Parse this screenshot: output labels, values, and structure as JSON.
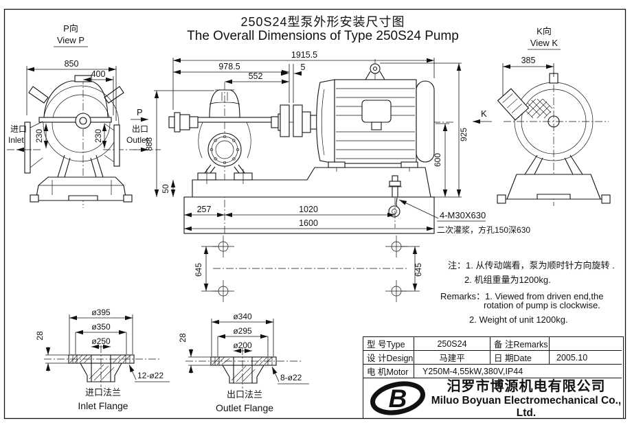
{
  "title": {
    "zh": "250S24型泵外形安装尺寸图",
    "en": "The Overall Dimensions of Type 250S24 Pump"
  },
  "view_p": {
    "label_zh": "P向",
    "label_en": "View P",
    "dim_width": "850",
    "dim_offset": "400",
    "dim_inlet_depth": "230",
    "dim_outlet_depth": "230",
    "inlet_zh": "进口",
    "inlet_en": "Inlet",
    "outlet_zh": "出口",
    "outlet_en": "Outlet",
    "direction": "P"
  },
  "view_k": {
    "label_zh": "K向",
    "label_en": "View K",
    "dim_width": "385",
    "direction": "K"
  },
  "main_view": {
    "dim_total_length": "1915.5",
    "dim_pump_length": "978.5",
    "dim_552": "552",
    "dim_coupling_gap": "5",
    "dim_pump_height": "888",
    "dim_base_height": "50",
    "dim_total_height": "925",
    "dim_shaft_height": "600",
    "dim_257": "257",
    "dim_1020": "1020",
    "dim_1600": "1600",
    "anchor_bolts": "4-M30X630",
    "grouting_note": "二次灌浆，方孔150深630"
  },
  "foundation_plan": {
    "dim_left": "645",
    "dim_right": "645"
  },
  "notes": {
    "zh_line1": "注：1. 从传动端看，泵为顺时针方向旋转 .",
    "zh_line2": "2. 机组重量为1200kg.",
    "en_line1": "Remarks：1. Viewed from driven end,the",
    "en_line2": "rotation of pump is  clockwise.",
    "en_line3": "2. Weight of unit 1200kg."
  },
  "inlet_flange": {
    "dim_outer": "ø395",
    "dim_bolt_circle": "ø350",
    "dim_bore": "ø250",
    "dim_thickness": "28",
    "dim_holes": "12-ø22",
    "caption_zh": "进口法兰",
    "caption_en": "Inlet Flange"
  },
  "outlet_flange": {
    "dim_outer": "ø340",
    "dim_bolt_circle": "ø295",
    "dim_bore": "ø200",
    "dim_thickness": "28",
    "dim_holes": "8-ø22",
    "caption_zh": "出口法兰",
    "caption_en": "Outlet Flange"
  },
  "title_block": {
    "model_label": "型 号Type",
    "model_value": "250S24",
    "remarks_label": "备 注Remarks",
    "remarks_value": "",
    "design_label": "设 计Design",
    "design_value": "马建平",
    "date_label": "日 期Date",
    "date_value": "2005.10",
    "motor_label": "电 机Motor",
    "motor_value": "Y250M-4,55kW,380V,IP44"
  },
  "company": {
    "name_zh": "汨罗市博源机电有限公司",
    "name_en": "Miluo Boyuan Electromechanical Co., Ltd.",
    "logo_letter": "B"
  }
}
